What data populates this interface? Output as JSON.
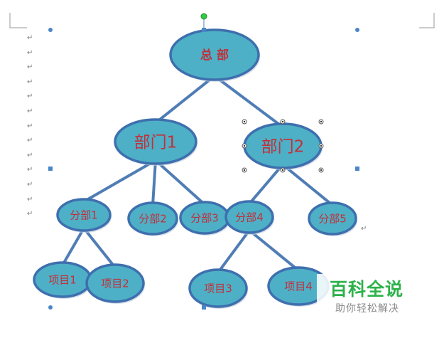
{
  "colors": {
    "node_fill": "#4eb0c6",
    "node_stroke": "#3e6fae",
    "edge": "#4f7db5",
    "label": "#c0303a",
    "handle": "#4a86c7",
    "rotate_handle": "#2ecc40",
    "watermark_title": "#2db14a",
    "watermark_sub": "#8a8a8a"
  },
  "para_mark": "↵",
  "nodes": [
    {
      "id": "zongbu",
      "label": "总 部"
    },
    {
      "id": "bumen1",
      "label": "部门1"
    },
    {
      "id": "bumen2",
      "label": "部门2"
    },
    {
      "id": "fenbu1",
      "label": "分部1"
    },
    {
      "id": "fenbu2",
      "label": "分部2"
    },
    {
      "id": "fenbu3",
      "label": "分部3"
    },
    {
      "id": "fenbu4",
      "label": "分部4"
    },
    {
      "id": "fenbu5",
      "label": "分部5"
    },
    {
      "id": "xiangmu1",
      "label": "项目1"
    },
    {
      "id": "xiangmu2",
      "label": "项目2"
    },
    {
      "id": "xiangmu3",
      "label": "项目3"
    },
    {
      "id": "xiangmu4",
      "label": "项目4"
    }
  ],
  "edges": [
    [
      "zongbu",
      "bumen1"
    ],
    [
      "zongbu",
      "bumen2"
    ],
    [
      "bumen1",
      "fenbu1"
    ],
    [
      "bumen1",
      "fenbu2"
    ],
    [
      "bumen1",
      "fenbu3"
    ],
    [
      "bumen2",
      "fenbu4"
    ],
    [
      "bumen2",
      "fenbu5"
    ],
    [
      "fenbu1",
      "xiangmu1"
    ],
    [
      "fenbu1",
      "xiangmu2"
    ],
    [
      "fenbu4",
      "xiangmu3"
    ],
    [
      "fenbu4",
      "xiangmu4"
    ]
  ],
  "watermark": {
    "title": "百科全说",
    "subtitle": "助你轻松解决"
  }
}
